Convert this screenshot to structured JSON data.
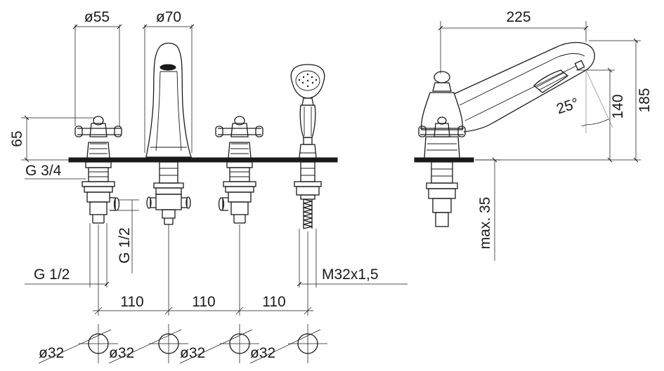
{
  "front_view": {
    "d_55": "ø55",
    "d_70": "ø70",
    "h_65": "65",
    "g_3_4": "G 3/4",
    "g_1_2_left": "G 1/2",
    "g_1_2_vertical": "G 1/2",
    "m32": "M32x1,5",
    "spacing_1": "110",
    "spacing_2": "110",
    "spacing_3": "110",
    "hole_1": "ø32",
    "hole_2": "ø32",
    "hole_3": "ø32",
    "hole_4": "ø32"
  },
  "side_view": {
    "w_225": "225",
    "angle_25": "25°",
    "h_140": "140",
    "h_185": "185",
    "max_35": "max. 35"
  }
}
